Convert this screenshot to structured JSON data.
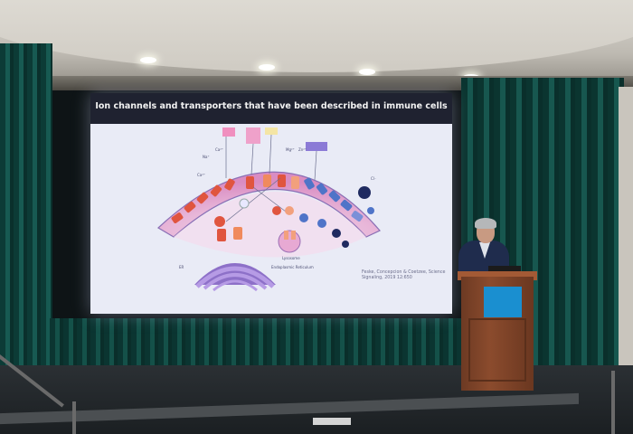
{
  "slide": {
    "title": "Ion channels and transporters that have been described in immune cells",
    "citation": "Feske, Concepcion & Coetzee, Science Signaling, 2019 12:650",
    "diagram_labels": [
      "Na⁺",
      "Ca²⁺",
      "Mg²⁺",
      "Zn²⁺",
      "Cl⁻",
      "Ca²⁺",
      "Endoplasmic Reticulum",
      "Lysosome",
      "ER"
    ]
  },
  "colors": {
    "screen_bg": "#e9ebf6",
    "slide_header": "#1f2230",
    "curtain": "#0f4a43",
    "podium": "#7a4128",
    "podium_sign": "#1a8fd0",
    "channel_red": "#e0553f",
    "channel_blue": "#4f74c8"
  }
}
